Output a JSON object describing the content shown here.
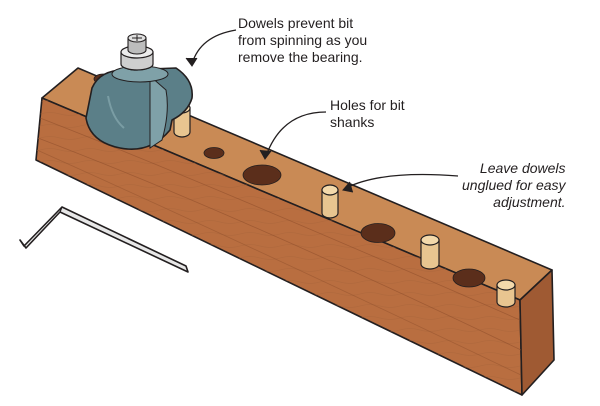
{
  "callouts": {
    "dowels_prevent": {
      "lines": [
        "Dowels prevent bit",
        "from spinning as you",
        "remove the bearing."
      ]
    },
    "holes": {
      "lines": [
        "Holes for bit",
        "shanks"
      ]
    },
    "leave_dowels": {
      "lines": [
        "Leave dowels",
        "unglued for easy",
        "adjustment."
      ]
    }
  },
  "colors": {
    "wood_top": "#c98a55",
    "wood_front": "#b96e40",
    "wood_end": "#9f5a33",
    "bit_body": "#5b7f88",
    "hole": "#5b2e1b",
    "dowel": "#e8c590",
    "ink": "#231f20"
  },
  "icons": [
    "router-bit",
    "allen-wrench",
    "wood-block",
    "dowel",
    "leader-arrow"
  ]
}
